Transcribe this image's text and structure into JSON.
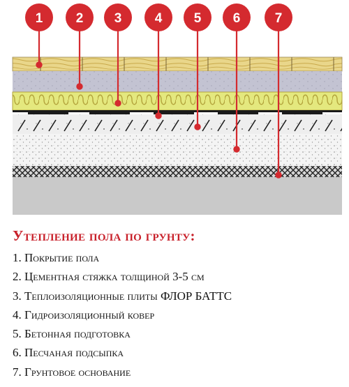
{
  "callouts": [
    "1",
    "2",
    "3",
    "4",
    "5",
    "6",
    "7"
  ],
  "colors": {
    "accent": "#d42a2f",
    "wood": "#e9d68a",
    "screed": "#c3c3d2",
    "insulation": "#e4e87e",
    "membrane": "#1a1a1a",
    "concrete": "#eeeeee",
    "sand": "#f4f4f4",
    "ground": "#c9c9c9"
  },
  "title": "Утепление пола по грунту:",
  "legend": [
    "1. Покрытие пола",
    "2. Цементная стяжка толщиной 3-5 см",
    "3. Теплоизоляционные плиты ФЛОР БАТТС",
    "4. Гидроизоляционный ковер",
    "5. Бетонная подготовка",
    "6. Песчаная подсыпка",
    "7. Грунтовое основание"
  ]
}
